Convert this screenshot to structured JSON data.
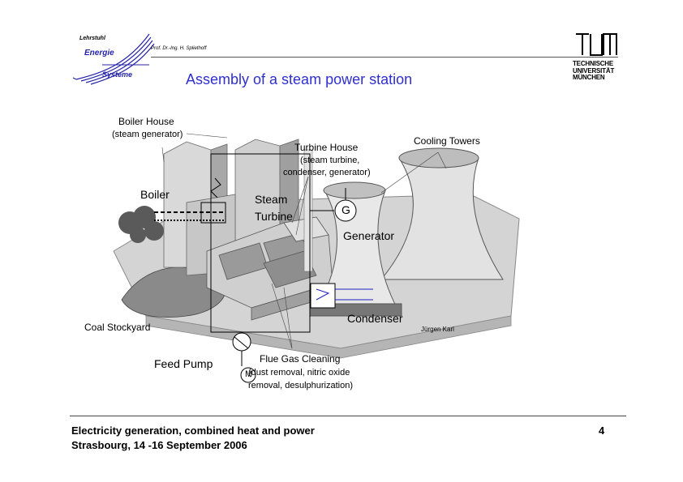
{
  "header": {
    "chair_line1": "Lehrstuhl",
    "chair_energie": "Energie",
    "chair_systeme": "Systeme",
    "professor": "Prof. Dr.-Ing. H. Spliethoff",
    "title": "Assembly of a steam power station",
    "university": [
      "TECHNISCHE",
      "UNIVERSITÄT",
      "MÜNCHEN"
    ]
  },
  "diagram": {
    "boiler_house_title": "Boiler House",
    "boiler_house_sub": "(steam generator)",
    "turbine_house_title": "Turbine House",
    "turbine_house_sub1": "(steam turbine,",
    "turbine_house_sub2": "condenser, generator)",
    "cooling_towers": "Cooling Towers",
    "boiler": "Boiler",
    "steam": "Steam",
    "turbine": "Turbine",
    "generator_symbol": "G",
    "generator": "Generator",
    "condenser": "Condenser",
    "coal_stockyard": "Coal Stockyard",
    "feed_pump": "Feed Pump",
    "motor_symbol": "M",
    "flue_gas_title": "Flue Gas Cleaning",
    "flue_gas_sub1": "(dust removal, nitric oxide",
    "flue_gas_sub2": "removal, desulphurization)",
    "credit": "Jürgen Karl"
  },
  "footer": {
    "line1": "Electricity generation, combined heat and power",
    "line2": "Strasbourg, 14 -16 September 2006",
    "page_number": "4"
  }
}
